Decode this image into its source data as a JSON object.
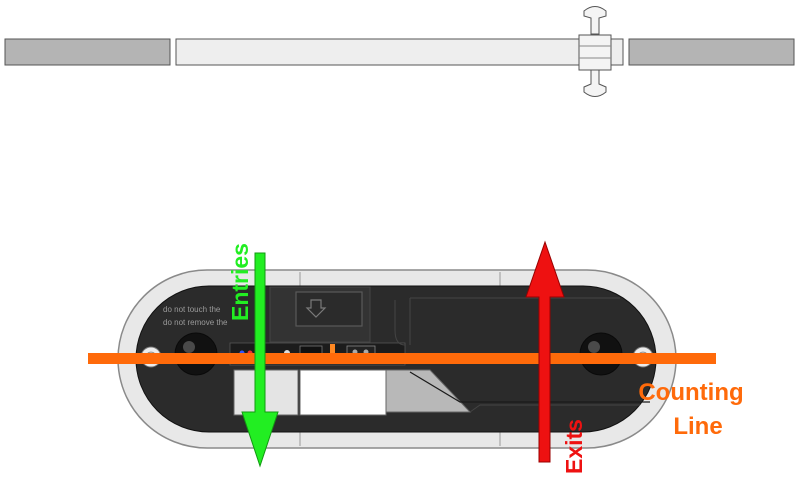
{
  "device": {
    "warning_line1": "do not touch the",
    "warning_line2": "do not remove the"
  },
  "labels": {
    "entries": "Entries",
    "exits": "Exits",
    "counting_line_1": "Counting",
    "counting_line_2": "Line"
  },
  "colors": {
    "entries": "#22ee22",
    "exits": "#ee1111",
    "counting_line": "#ff6a0a",
    "rail_dark": "#b4b4b4",
    "rail_light": "#eeeeee",
    "housing": "#2b2b2b",
    "bezel": "#e8e8e8"
  }
}
